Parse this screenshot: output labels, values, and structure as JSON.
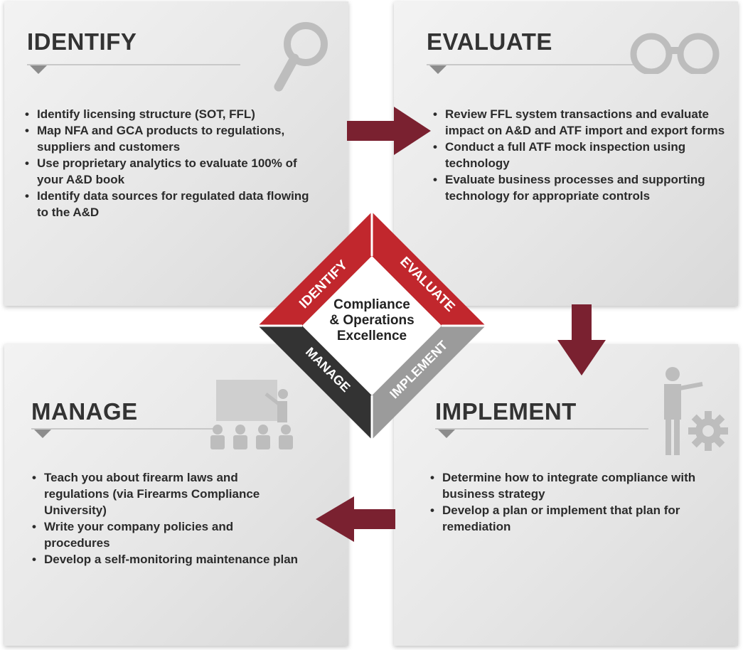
{
  "identify": {
    "title": "IDENTIFY",
    "bullets": [
      "Identify licensing structure (SOT, FFL)",
      "Map NFA and GCA products to regulations, suppliers and customers",
      "Use proprietary analytics to evaluate 100% of your A&D book",
      "Identify data sources for regulated data flowing to the A&D"
    ],
    "icon": "magnifier-icon"
  },
  "evaluate": {
    "title": "EVALUATE",
    "bullets": [
      "Review FFL system transactions and evaluate impact on A&D and ATF import and export forms",
      "Conduct a full ATF mock inspection using technology",
      "Evaluate business processes and supporting technology for appropriate controls"
    ],
    "icon": "binoculars-icon"
  },
  "manage": {
    "title": "MANAGE",
    "bullets": [
      "Teach you about firearm laws and regulations (via Firearms Compliance University)",
      "Write your company policies and procedures",
      "Develop a self-monitoring maintenance plan"
    ],
    "icon": "classroom-icon"
  },
  "implement": {
    "title": "IMPLEMENT",
    "bullets": [
      "Determine how to integrate compliance with business strategy",
      "Develop a plan or implement that plan for remediation"
    ],
    "icon": "presenter-gear-icon"
  },
  "center": {
    "lines": [
      "Compliance",
      "& Operations",
      "Excellence"
    ],
    "labels": {
      "identify": "IDENTIFY",
      "evaluate": "EVALUATE",
      "manage": "MANAGE",
      "implement": "IMPLEMENT"
    }
  },
  "colors": {
    "red": "#c1272d",
    "dark_red": "#7a2130",
    "dark_gray": "#333333",
    "light_gray": "#9b9b9b"
  }
}
